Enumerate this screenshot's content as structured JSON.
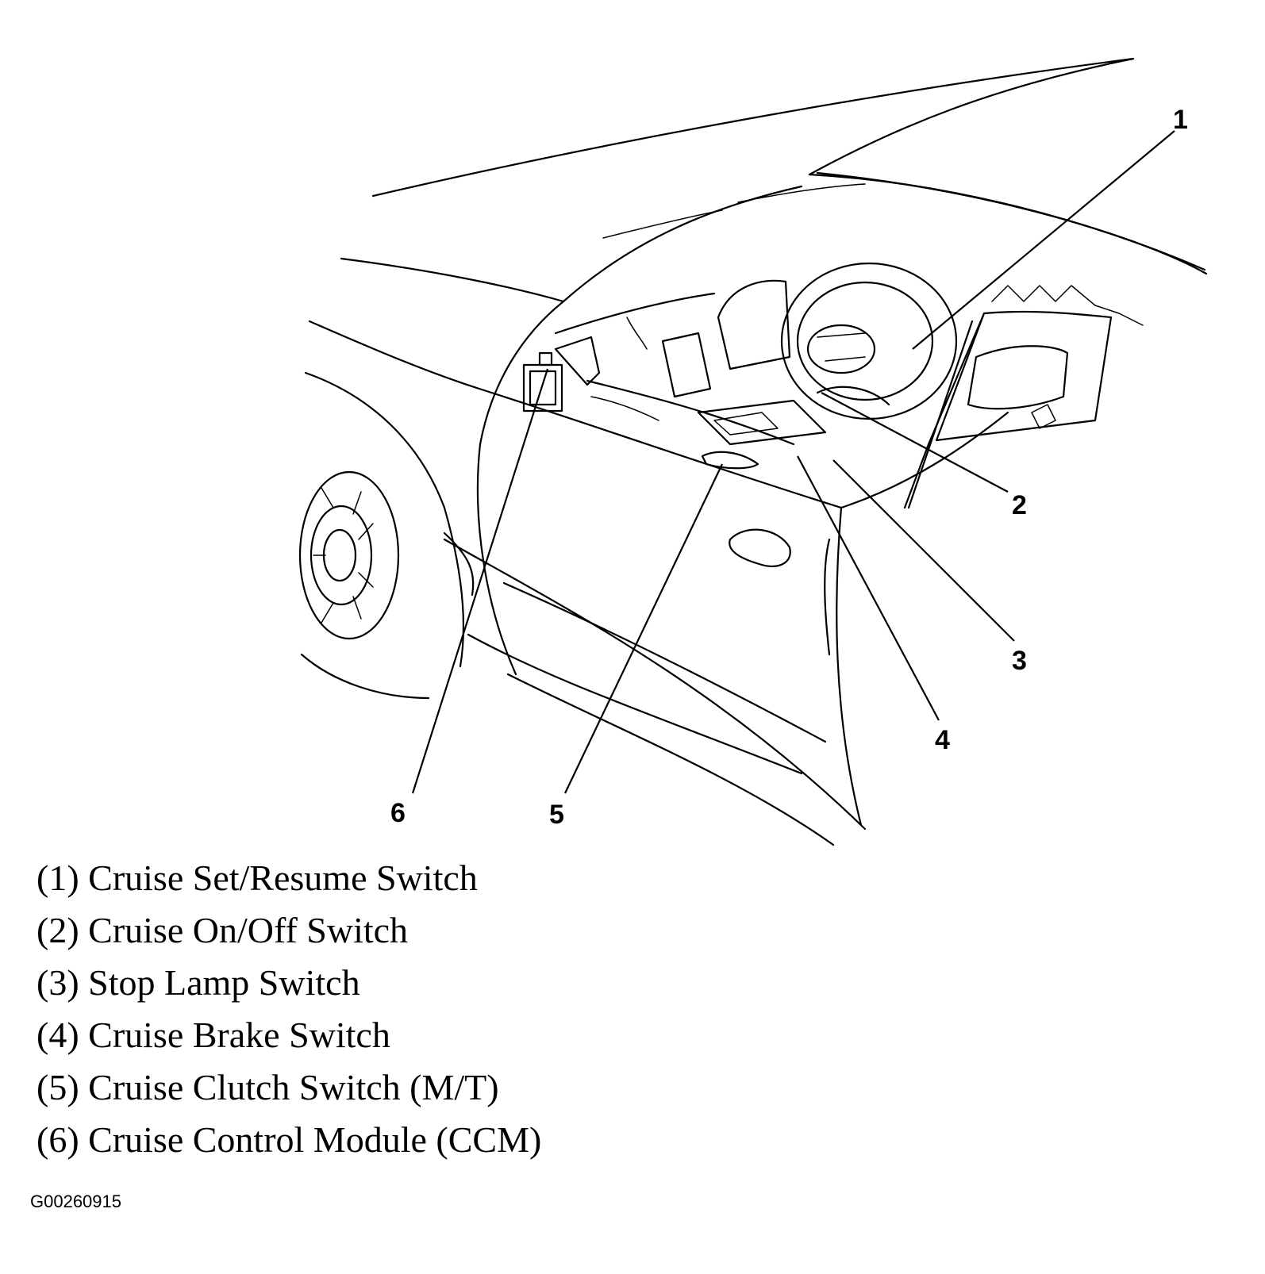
{
  "callouts": [
    {
      "num": "1"
    },
    {
      "num": "2"
    },
    {
      "num": "3"
    },
    {
      "num": "4"
    },
    {
      "num": "5"
    },
    {
      "num": "6"
    }
  ],
  "legend": [
    {
      "text": "(1) Cruise Set/Resume Switch"
    },
    {
      "text": "(2) Cruise On/Off Switch"
    },
    {
      "text": "(3) Stop Lamp Switch"
    },
    {
      "text": "(4) Cruise Brake Switch"
    },
    {
      "text": "(5) Cruise Clutch Switch (M/T)"
    },
    {
      "text": "(6) Cruise Control Module (CCM)"
    }
  ],
  "figure_id": "G00260915"
}
